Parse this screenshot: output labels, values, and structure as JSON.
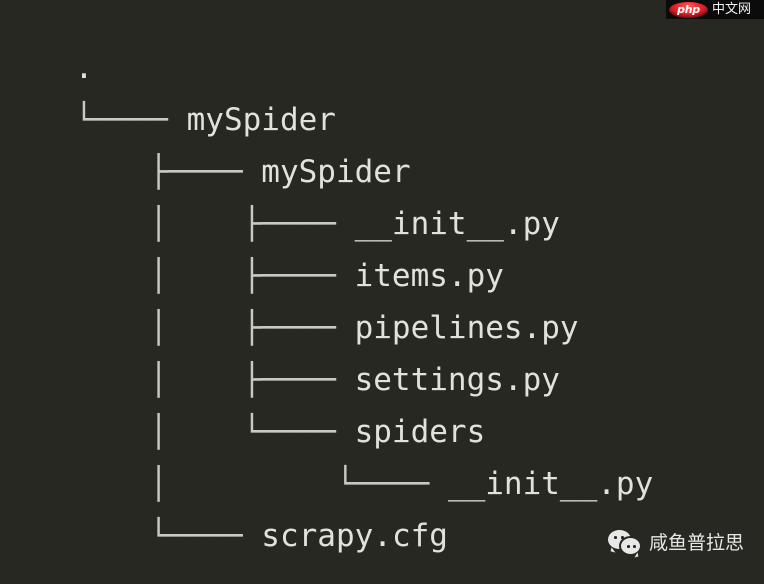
{
  "terminal": {
    "background_color": "#262821",
    "text_color": "#d7d7d0",
    "tree_rows": [
      {
        "prefix": "    ",
        "label": "."
      },
      {
        "prefix": "    └──── ",
        "label": "mySpider"
      },
      {
        "prefix": "        ├──── ",
        "label": "mySpider"
      },
      {
        "prefix": "        │    ├──── ",
        "label": "__init__.py"
      },
      {
        "prefix": "        │    ├──── ",
        "label": "items.py"
      },
      {
        "prefix": "        │    ├──── ",
        "label": "pipelines.py"
      },
      {
        "prefix": "        │    ├──── ",
        "label": "settings.py"
      },
      {
        "prefix": "        │    └──── ",
        "label": "spiders"
      },
      {
        "prefix": "        │         └──── ",
        "label": "__init__.py"
      },
      {
        "prefix": "        └──── ",
        "label": "scrapy.cfg"
      }
    ]
  },
  "watermarks": {
    "php": {
      "badge_text": "php",
      "site_text": "中文网",
      "badge_color": "#e8262c",
      "band_color": "#0b0b0b"
    },
    "wechat": {
      "icon_name": "wechat-icon",
      "account_name": "咸鱼普拉思",
      "text_color": "#e6e6e6"
    }
  }
}
